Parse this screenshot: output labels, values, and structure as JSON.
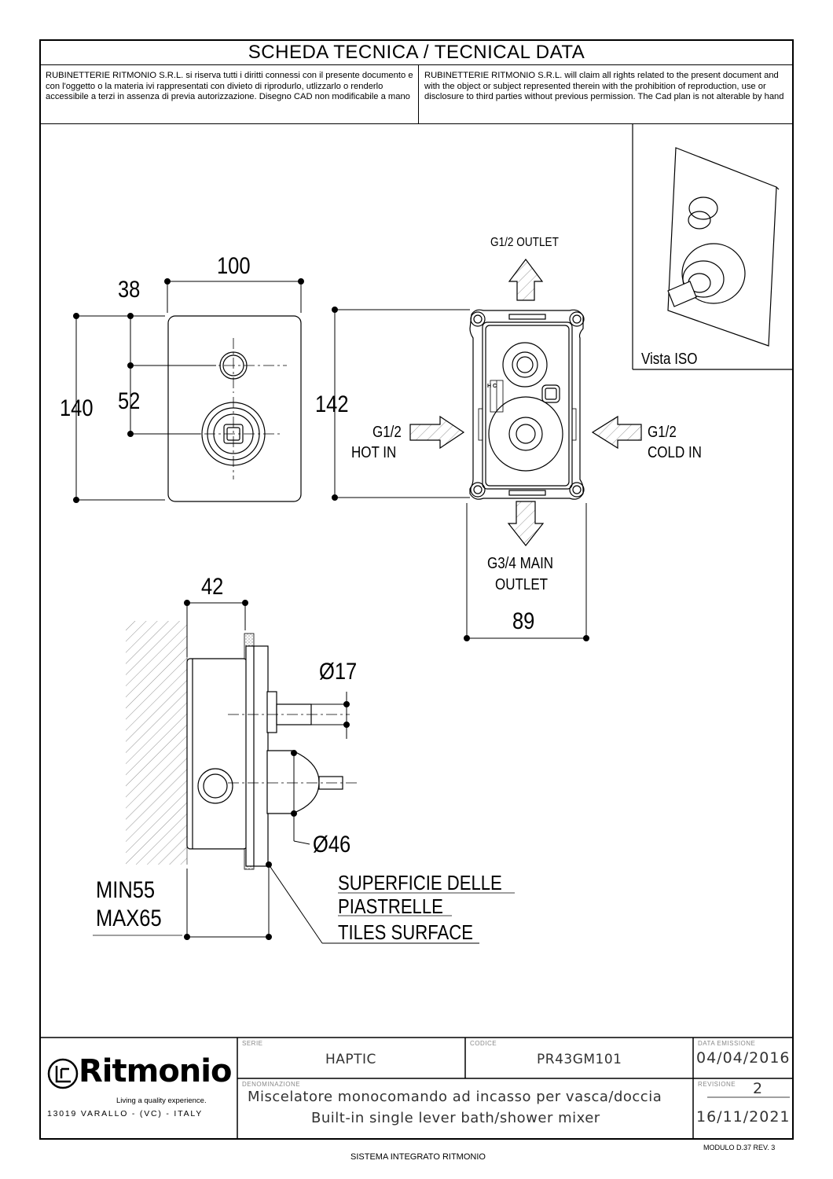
{
  "header": {
    "title": "SCHEDA TECNICA / TECNICAL DATA",
    "notice_it": "RUBINETTERIE RITMONIO S.R.L. si riserva tutti i diritti connessi con il presente documento e con l'oggetto o la materia ivi rappresentati con divieto di riprodurlo, utlizzarlo o renderlo accessibile a terzi in assenza di previa autorizzazione. Disegno CAD non modificabile a mano",
    "notice_en": "RUBINETTERIE RITMONIO S.R.L. will claim all rights related to the present document and with the object or subject represented therein with the prohibition  of reproduction, use or disclosure to third parties without previous permission.  The Cad plan is not alterable by hand"
  },
  "drawing": {
    "iso_label": "Vista ISO",
    "front": {
      "width": "100",
      "height": "140",
      "top_offset": "38",
      "spacing": "52"
    },
    "box": {
      "height": "142",
      "width": "89",
      "outlet_top": "G1/2 OUTLET",
      "hot_in_1": "G1/2",
      "hot_in_2": "HOT IN",
      "cold_in_1": "G1/2",
      "cold_in_2": "COLD IN",
      "main_outlet_1": "G3/4 MAIN",
      "main_outlet_2": "OUTLET",
      "symbols": "H C"
    },
    "side": {
      "depth": "42",
      "d_small": "Ø17",
      "d_large": "Ø46",
      "min": "MIN55",
      "max": "MAX65",
      "tiles_1": "SUPERFICIE DELLE",
      "tiles_2": "PIASTRELLE",
      "tiles_3": "TILES SURFACE"
    }
  },
  "title_block": {
    "serie_label": "SERIE",
    "serie": "HAPTIC",
    "codice_label": "CODICE",
    "codice": "PR43GM101",
    "data_label": "DATA EMISSIONE",
    "data": "04/04/2016",
    "denominazione_label": "DENOMINAZIONE",
    "denominazione_it": "Miscelatore monocomando ad incasso per vasca/doccia",
    "denominazione_en": "Built-in single lever bath/shower mixer",
    "revisione_label": "REVISIONE",
    "revisione": "2",
    "revisione_date": "16/11/2021",
    "logo": "Ritmonio",
    "tagline": "Living a quality experience.",
    "address": "13019 VARALLO - (VC) - ITALY"
  },
  "footer": {
    "module": "MODULO D.37 REV. 3",
    "system": "SISTEMA INTEGRATO RITMONIO"
  }
}
